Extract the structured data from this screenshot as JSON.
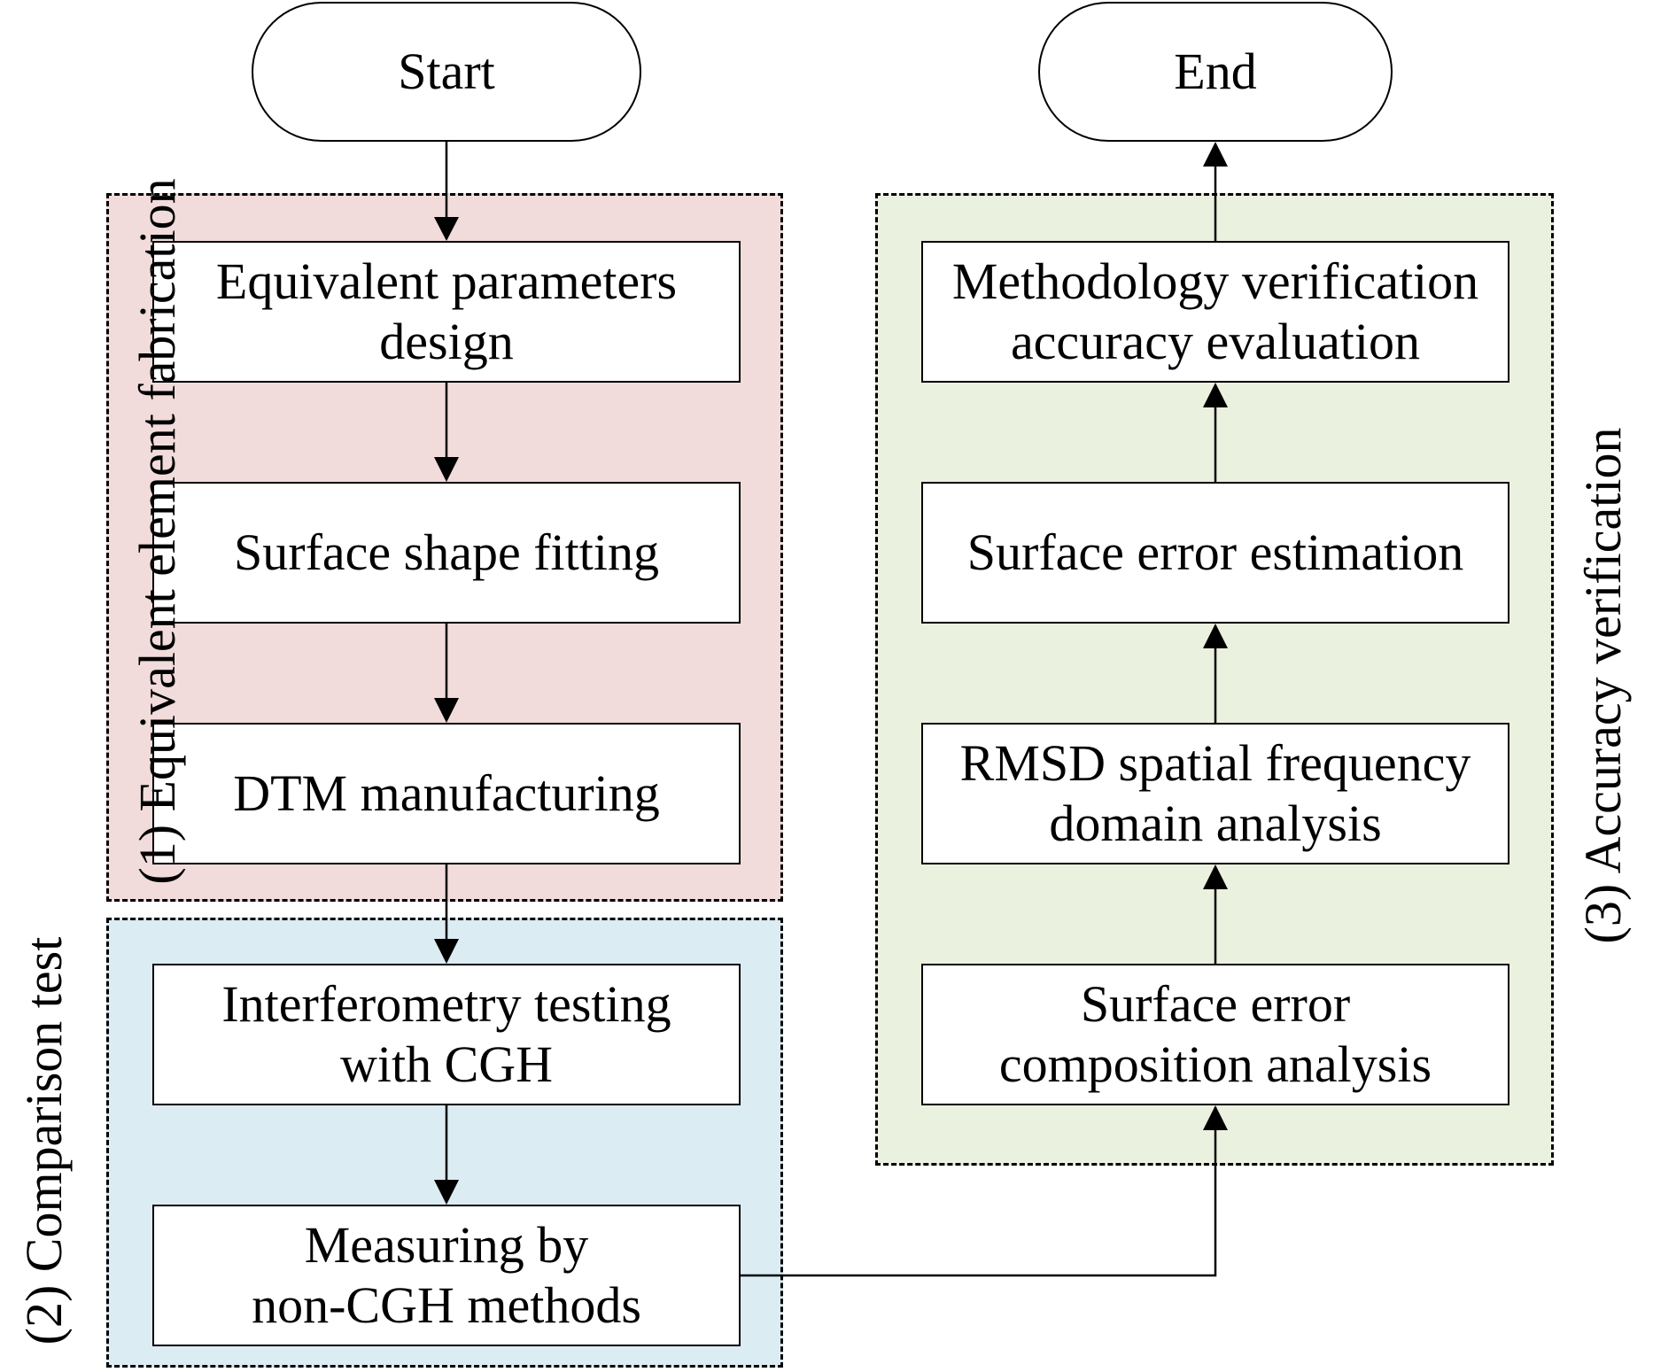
{
  "colors": {
    "fabrication_fill": "#f1dcdb",
    "comparison_fill": "#dbecf2",
    "verification_fill": "#ebf1df",
    "stroke": "#000000"
  },
  "terminals": {
    "start": "Start",
    "end": "End"
  },
  "groups": {
    "fabrication": {
      "label": "(1) Equivalent element fabrication",
      "steps": [
        "Equivalent parameters\ndesign",
        "Surface shape fitting",
        "DTM manufacturing"
      ]
    },
    "comparison": {
      "label": "(2) Comparison test",
      "steps": [
        "Interferometry testing\nwith CGH",
        "Measuring by\nnon-CGH methods"
      ]
    },
    "verification": {
      "label": "(3) Accuracy verification",
      "steps": [
        "Surface error\ncomposition analysis",
        "RMSD spatial frequency\ndomain analysis",
        "Surface error estimation",
        "Methodology verification\naccuracy evaluation"
      ]
    }
  }
}
